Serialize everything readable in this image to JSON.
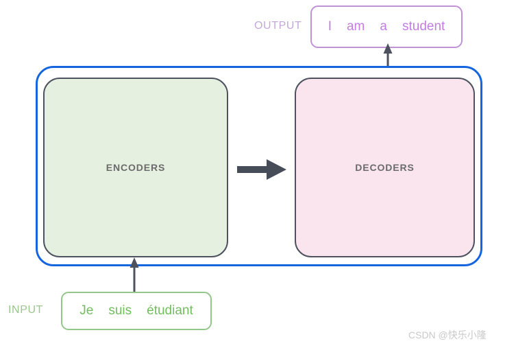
{
  "diagram": {
    "background_color": "#ffffff",
    "output": {
      "label": "OUTPUT",
      "label_color": "#c3a9d8",
      "box_border_color": "#bf92d6",
      "token_color": "#c07fdc",
      "tokens": [
        "I",
        "am",
        "a",
        "student"
      ]
    },
    "input": {
      "label": "INPUT",
      "label_color": "#9cc490",
      "box_border_color": "#94c68a",
      "token_color": "#72bd5e",
      "tokens": [
        "Je",
        "suis",
        "étudiant"
      ]
    },
    "container": {
      "border_color": "#1565e0"
    },
    "blocks": [
      {
        "label": "ENCODERS",
        "fill_color": "#e6f0e0",
        "border_color": "#4d525e",
        "text_color": "#6b6b6b"
      },
      {
        "label": "DECODERS",
        "fill_color": "#fae5ee",
        "border_color": "#4d525e",
        "text_color": "#6b6b6b"
      }
    ],
    "arrows": [
      {
        "name": "input-to-encoders",
        "direction": "up",
        "color": "#4d525e",
        "style": "thin"
      },
      {
        "name": "encoders-to-decoders",
        "direction": "right",
        "color": "#4d525e",
        "style": "block"
      },
      {
        "name": "decoders-to-output",
        "direction": "up",
        "color": "#4d525e",
        "style": "thin"
      }
    ]
  },
  "watermark": {
    "text": "CSDN @快乐小隆",
    "color": "#c9c9c9"
  }
}
